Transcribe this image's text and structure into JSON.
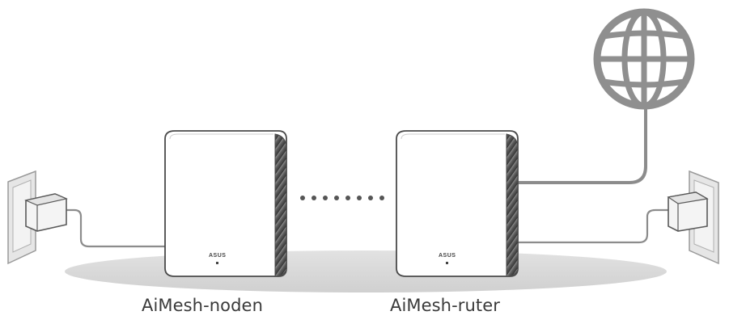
{
  "labels": {
    "node": "AiMesh-noden",
    "router": "AiMesh-ruter"
  },
  "logos": {
    "node_brand": "ASUS",
    "router_brand": "ASUS"
  },
  "icons": {
    "internet": "globe-icon",
    "left_outlet": "wall-outlet-icon",
    "left_adapter": "power-adapter-icon",
    "right_outlet": "wall-outlet-icon",
    "right_adapter": "power-adapter-icon",
    "mesh_link": "wireless-dotted-link"
  },
  "colors": {
    "line": "#8c8c8c",
    "device_outline": "#4a4a4a",
    "floor": "#d9d9d9",
    "globe": "#8f8f8f",
    "text": "#3a3a3a"
  }
}
